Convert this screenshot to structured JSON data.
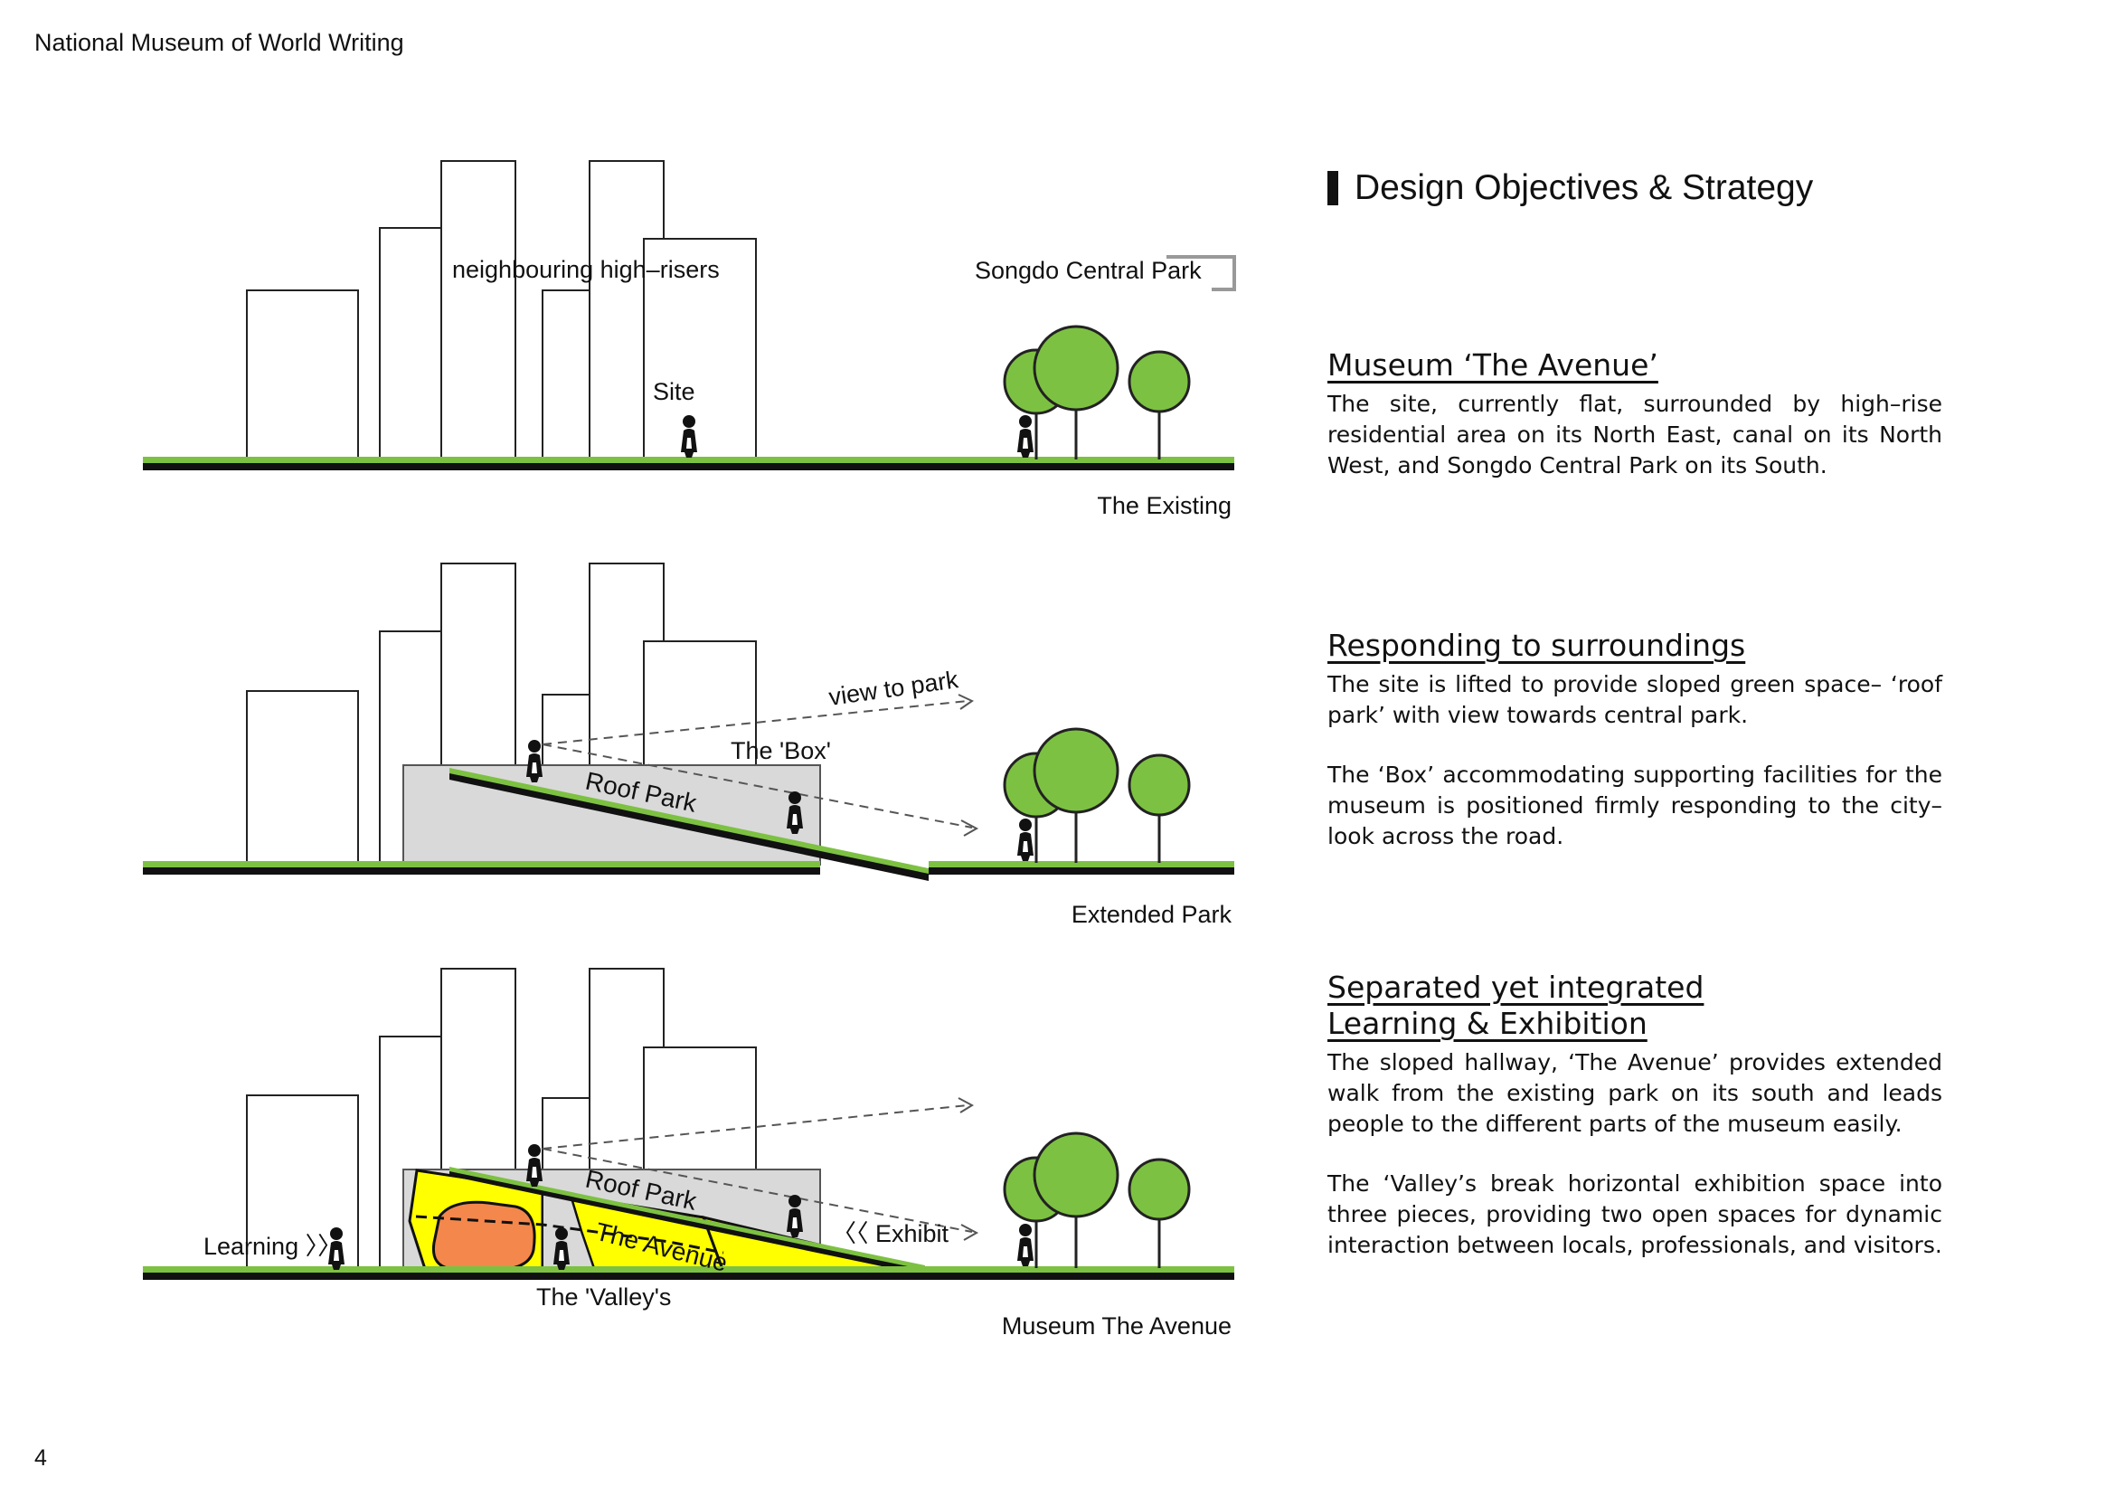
{
  "header": {
    "title": "National Museum of World Writing"
  },
  "footer": {
    "page_number": "4"
  },
  "diagram": {
    "colors": {
      "ground_green": "#7dc142",
      "ground_black": "#111111",
      "tree": "#7dc142",
      "box_grey": "#d9d9d9",
      "avenue_yellow": "#ffff00",
      "valley_orange": "#f4874b"
    },
    "panel1": {
      "label_highrisers": "neighbouring high–risers",
      "label_park": "Songdo Central Park",
      "label_site": "Site",
      "caption": "The Existing"
    },
    "panel2": {
      "label_view": "view to park",
      "label_box": "The 'Box'",
      "label_roof": "Roof Park",
      "caption": "Extended Park"
    },
    "panel3": {
      "label_roof": "Roof Park",
      "label_avenue": "The Avenue",
      "label_exhibit": "〈〈 Exhibit",
      "label_learning": "Learning 〉〉",
      "label_valleys": "The 'Valley's",
      "caption": "Museum The Avenue"
    }
  },
  "text": {
    "main_heading": "Design Objectives & Strategy",
    "sections": [
      {
        "heading": "Museum  ‘The Avenue’",
        "paragraphs": [
          "The site, currently flat, surrounded by high–rise residential area on its North East, canal on its North West, and Songdo Central Park on its South."
        ]
      },
      {
        "heading": "Responding to surroundings",
        "paragraphs": [
          "The site is lifted to provide sloped green space– ‘roof park’ with view towards central park.",
          "The ‘Box’ accommodating supporting facilities for the museum is positioned firmly responding to the city– look across the road."
        ]
      },
      {
        "heading": "Separated yet integrated Learning & Exhibition",
        "paragraphs": [
          "The sloped hallway, ‘The Avenue’ provides extended walk from the existing park on its south and leads people to the different parts of the museum easily.",
          "The ‘Valley’s break horizontal exhibition space into three pieces, providing two open spaces for dynamic interaction between locals, professionals, and visitors."
        ]
      }
    ]
  }
}
